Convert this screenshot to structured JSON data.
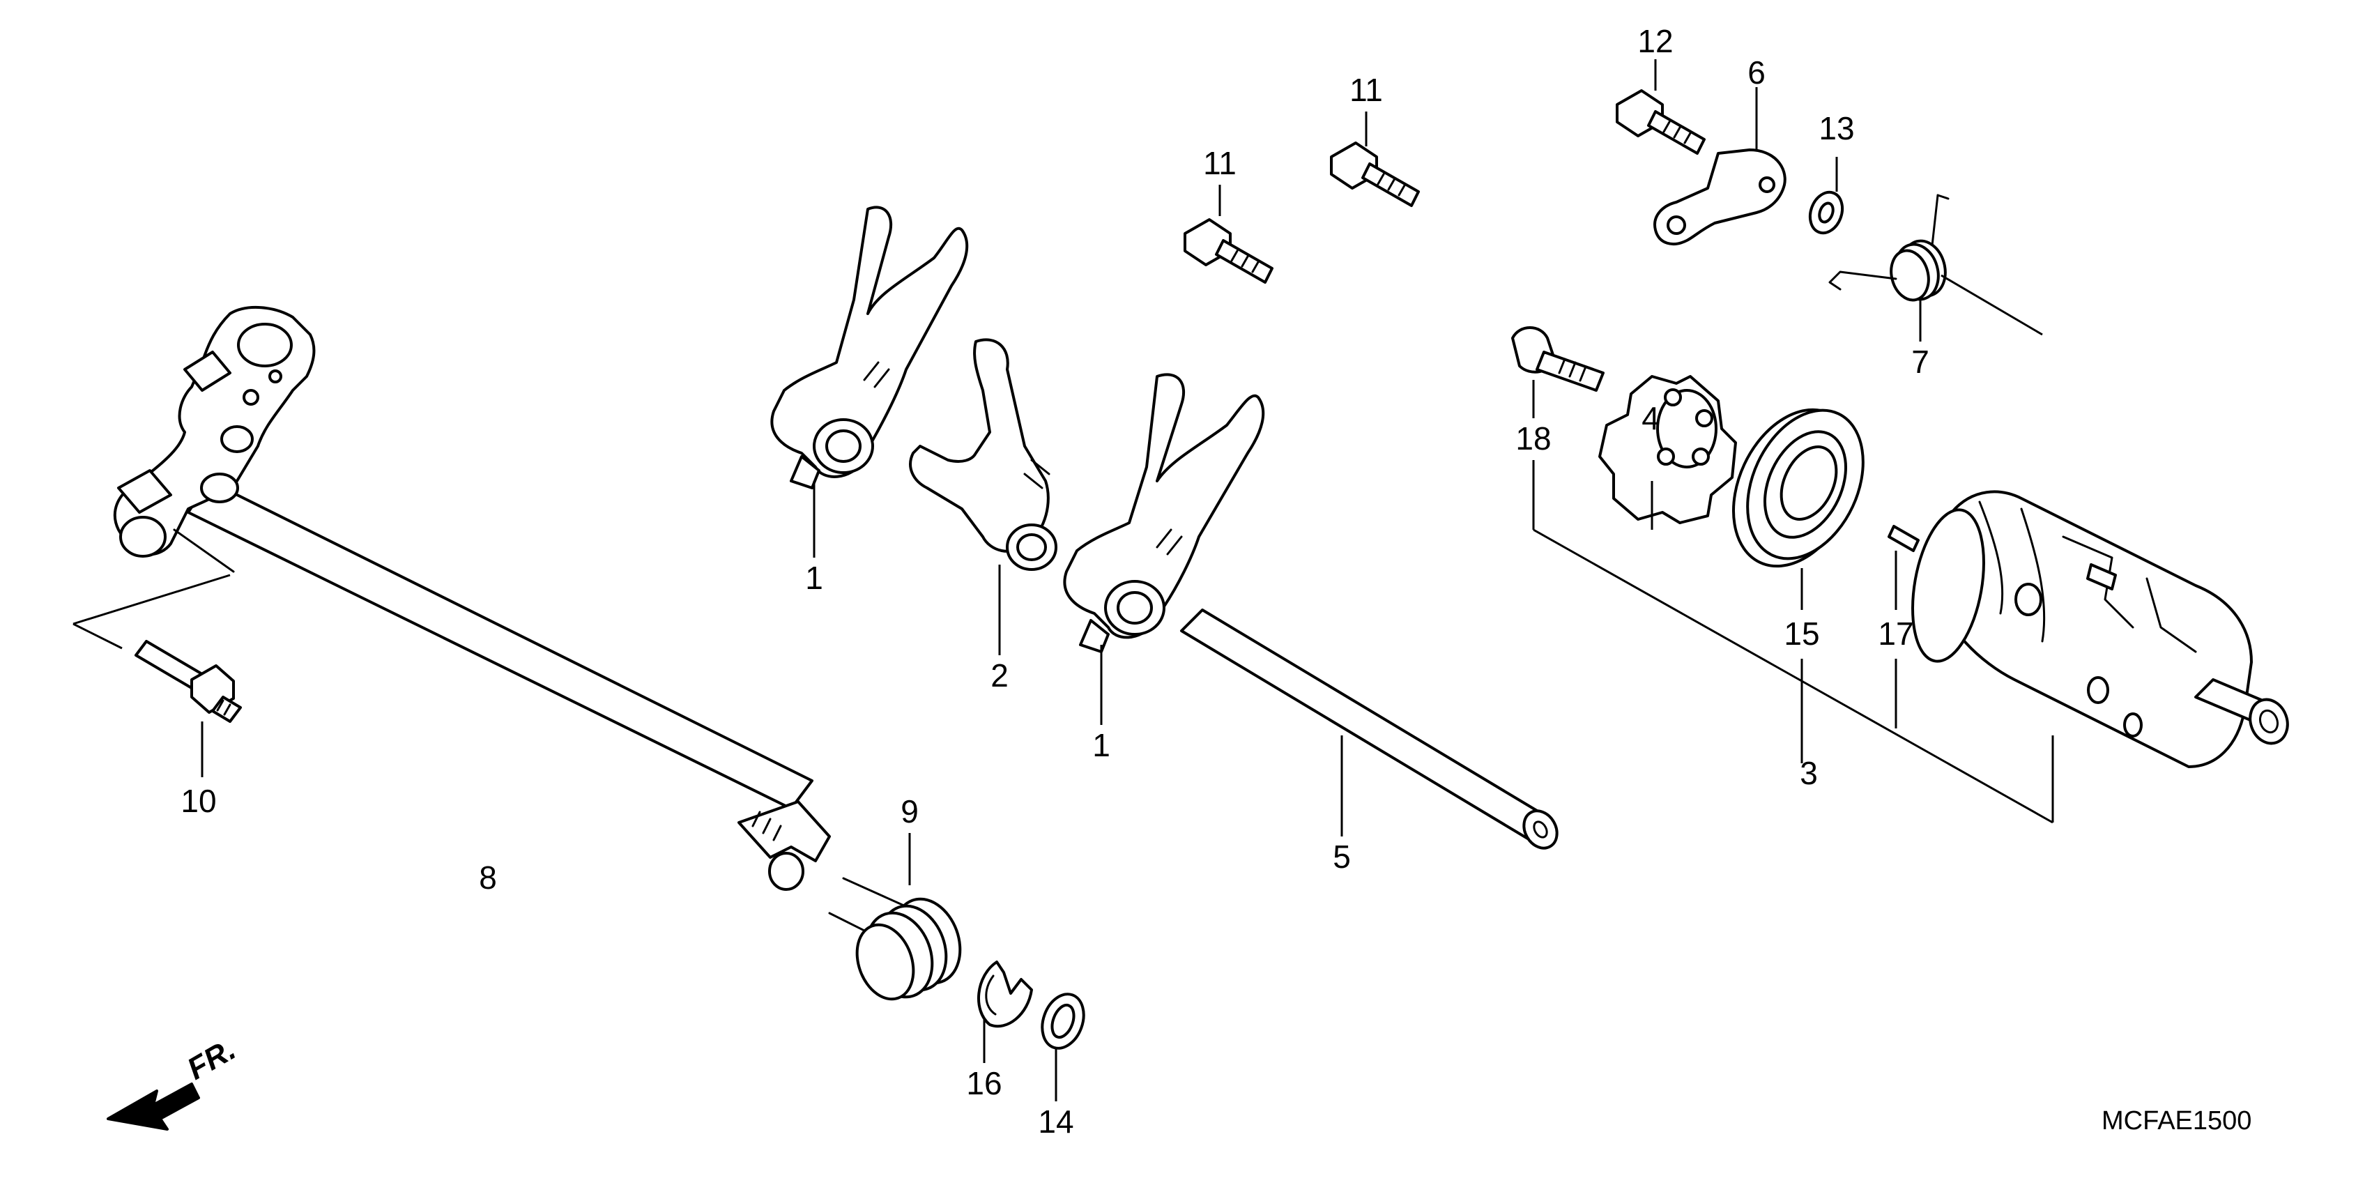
{
  "callouts": {
    "c1a": "1",
    "c1b": "1",
    "c2": "2",
    "c3": "3",
    "c4": "4",
    "c5": "5",
    "c6": "6",
    "c7": "7",
    "c8": "8",
    "c9": "9",
    "c10": "10",
    "c11a": "11",
    "c11b": "11",
    "c12": "12",
    "c13": "13",
    "c14": "14",
    "c15": "15",
    "c16": "16",
    "c17": "17",
    "c18": "18"
  },
  "diagram_code": "MCFAE1500",
  "front_label": "FR.",
  "colors": {
    "line": "#000000",
    "background": "#ffffff"
  }
}
